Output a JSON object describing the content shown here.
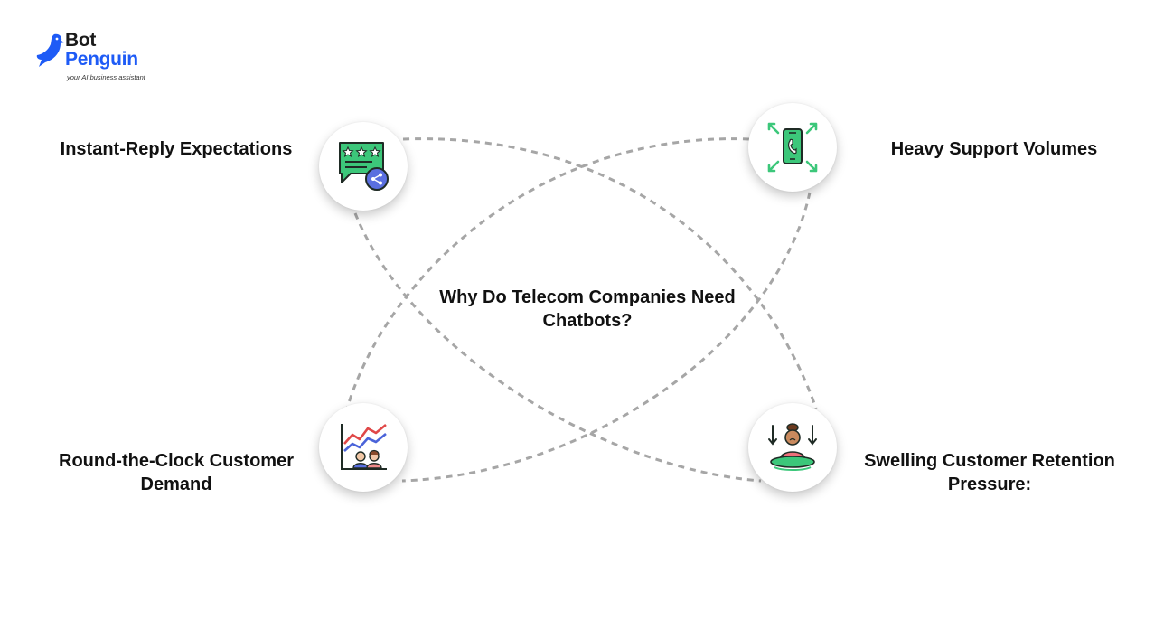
{
  "brand": {
    "line1": "Bot",
    "line2": "Penguin",
    "tagline": "your AI business assistant",
    "logo_icon": "penguin-bird-icon",
    "colors": {
      "blue": "#1e5bf6",
      "dark": "#1b1b1b"
    }
  },
  "diagram": {
    "title": "Why Do Telecom Companies Need Chatbots?",
    "nodes": [
      {
        "id": "top-left",
        "label": "Instant-Reply Expectations",
        "icon": "star-rating-chat-icon"
      },
      {
        "id": "top-right",
        "label": "Heavy Support Volumes",
        "icon": "phone-expand-icon"
      },
      {
        "id": "bottom-left",
        "label": "Round-the-Clock Customer Demand",
        "icon": "growth-chart-people-icon"
      },
      {
        "id": "bottom-right",
        "label": "Swelling Customer Retention Pressure:",
        "icon": "person-sinking-icon"
      }
    ],
    "connector_style": "dashed",
    "colors": {
      "connector": "#a6a6a6",
      "text": "#111111"
    }
  }
}
